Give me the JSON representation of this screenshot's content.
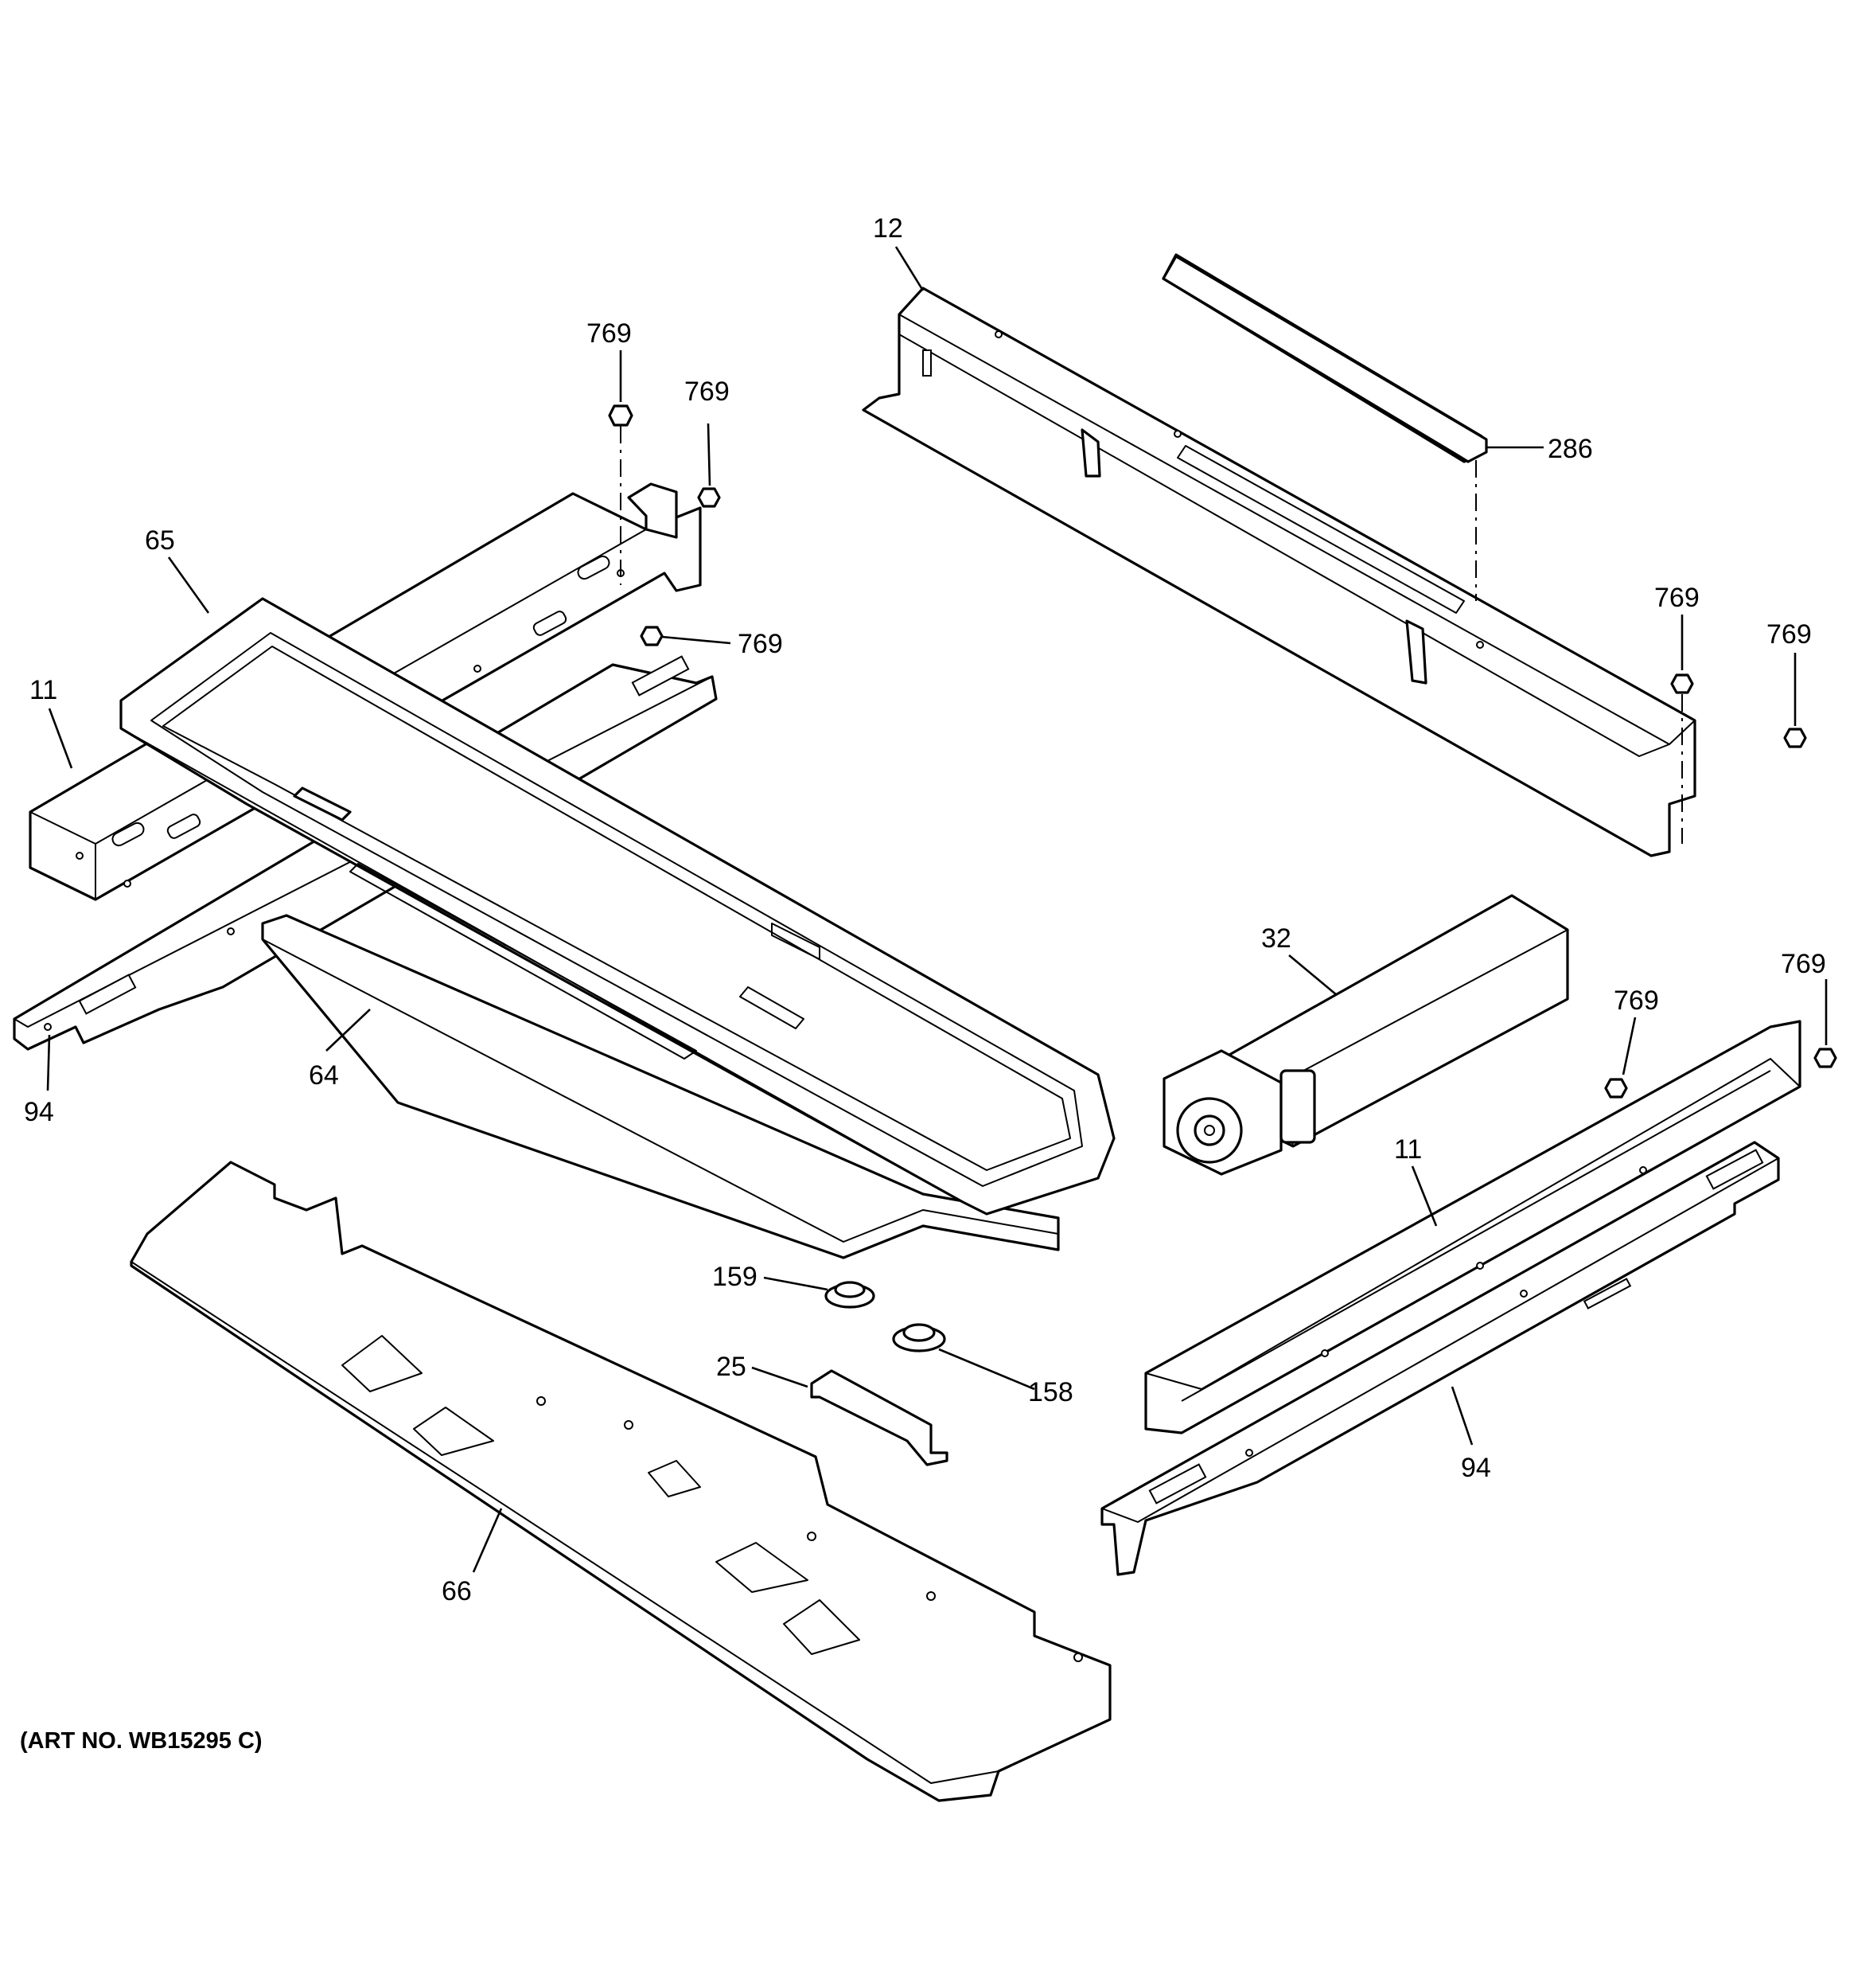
{
  "diagram": {
    "caption": "(ART NO. WB15295 C)",
    "callouts": {
      "c12": "12",
      "c286": "286",
      "c769_a": "769",
      "c769_b": "769",
      "c769_c": "769",
      "c769_d": "769",
      "c769_e": "769",
      "c769_f": "769",
      "c769_g": "769",
      "c65": "65",
      "c11_left": "11",
      "c11_right": "11",
      "c94_left": "94",
      "c94_right": "94",
      "c64": "64",
      "c32": "32",
      "c159": "159",
      "c158": "158",
      "c25": "25",
      "c66": "66"
    }
  }
}
